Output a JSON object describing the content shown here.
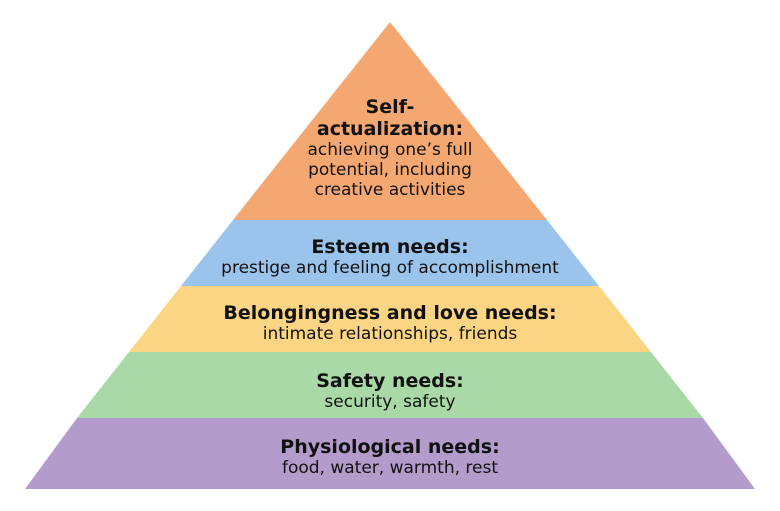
{
  "levels": [
    {
      "title": "Self-actualization:",
      "description": "achieving one’s full potential, including creative activities",
      "color": "#f4a770"
    },
    {
      "title": "Esteem needs:",
      "description": "prestige and feeling of accomplishment",
      "color": "#9bc4ec"
    },
    {
      "title": "Belongingness and love needs:",
      "description": "intimate relationships, friends",
      "color": "#fcd584"
    },
    {
      "title": "Safety needs:",
      "description": "security, safety",
      "color": "#a8d9a6"
    },
    {
      "title": "Physiological needs:",
      "description": "food, water, warmth, rest",
      "color": "#b39bcb"
    }
  ]
}
